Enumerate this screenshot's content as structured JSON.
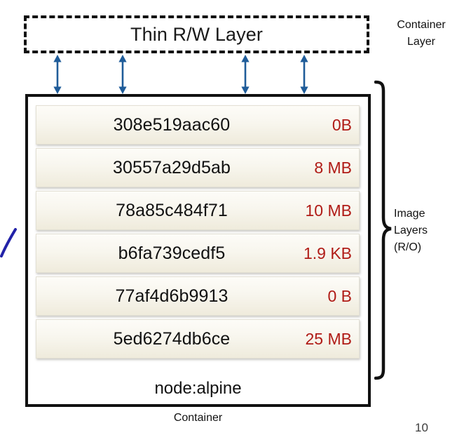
{
  "diagram": {
    "type": "layered-architecture",
    "title": "Docker container layered filesystem",
    "writable_layer": {
      "label": "Thin R/W Layer",
      "style": "dashed",
      "caption": "Container\nLayer",
      "caption_line1": "Container",
      "caption_line2": "Layer"
    },
    "connectors": {
      "icon": "double-headed-arrow",
      "count": 4,
      "color": "#1f5c99",
      "positions_x": [
        82,
        175,
        350,
        434
      ]
    },
    "container": {
      "image_name": "node:alpine",
      "caption": "Container"
    },
    "image_layers": {
      "caption_line1": "Image",
      "caption_line2": "Layers",
      "caption_line3": "(R/O)",
      "access": "R/O",
      "brace_icon": "curly-brace-right",
      "rows": [
        {
          "hash": "308e519aac60",
          "size": "0B"
        },
        {
          "hash": "30557a29d5ab",
          "size": "8 MB"
        },
        {
          "hash": "78a85c484f71",
          "size": "10 MB"
        },
        {
          "hash": "b6fa739cedf5",
          "size": "1.9 KB"
        },
        {
          "hash": "77af4d6b9913",
          "size": "0 B"
        },
        {
          "hash": "5ed6274db6ce",
          "size": "25 MB"
        }
      ]
    },
    "annotations": {
      "pen_mark": "blue-slash-mark",
      "page_number": "10"
    },
    "colors": {
      "size_text": "#b01b16",
      "arrow": "#1f5c99",
      "outline": "#111111",
      "layer_fill_top": "#fdfcf8",
      "layer_fill_bottom": "#efebdc",
      "pen_mark": "#2222a8"
    }
  }
}
